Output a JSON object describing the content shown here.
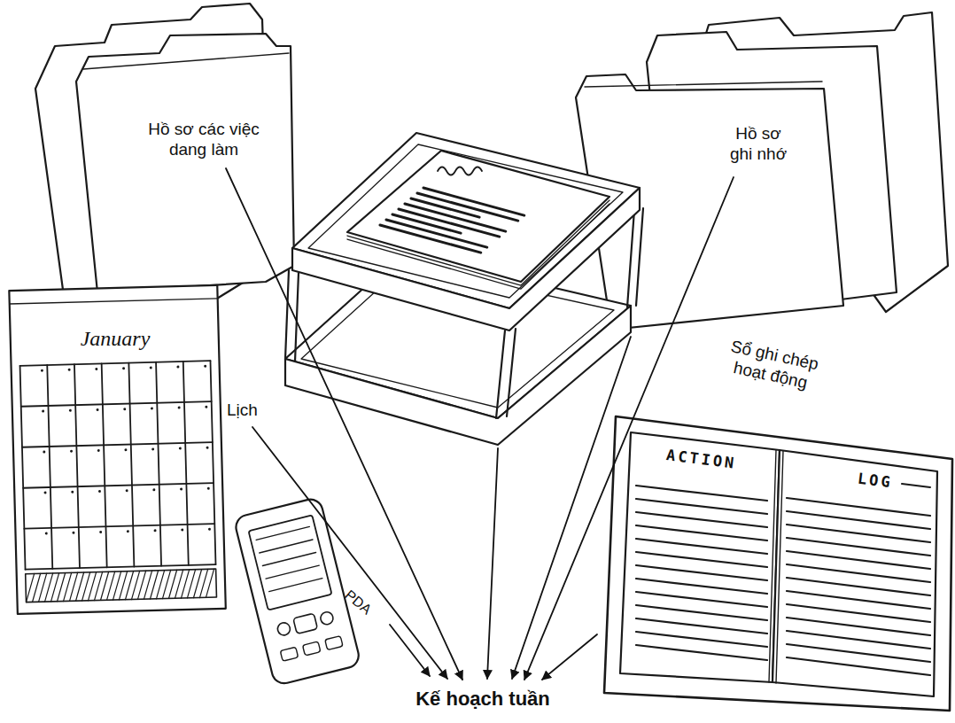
{
  "diagram": {
    "labels": [
      "Hồ sơ các việc dang làm",
      "Hồ sơ ghi nhớ",
      "Lịch",
      "Sổ ghi chép hoạt động",
      "PDA",
      "Kế hoạch tuần",
      "January",
      "ACTION",
      "LOG"
    ]
  }
}
